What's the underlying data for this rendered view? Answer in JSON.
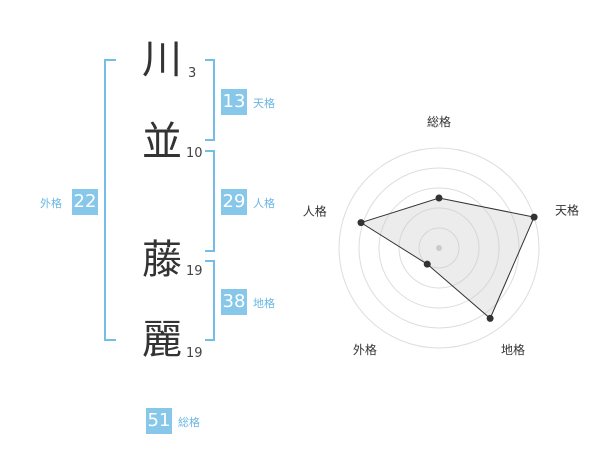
{
  "name_chars": [
    {
      "char": "川",
      "strokes": "3"
    },
    {
      "char": "並",
      "strokes": "10"
    },
    {
      "char": "藤",
      "strokes": "19"
    },
    {
      "char": "麗",
      "strokes": "19"
    }
  ],
  "fortunes": {
    "tenkaku": {
      "value": "13",
      "label": "天格"
    },
    "jinkaku": {
      "value": "29",
      "label": "人格"
    },
    "chikaku": {
      "value": "38",
      "label": "地格"
    },
    "gaikaku": {
      "value": "22",
      "label": "外格"
    },
    "soukaku": {
      "value": "51",
      "label": "総格"
    }
  },
  "colors": {
    "accent": "#87c7ea",
    "bracket": "#74bde8"
  },
  "chart_data": {
    "type": "radar",
    "axes": [
      "総格",
      "天格",
      "地格",
      "外格",
      "人格"
    ],
    "values": [
      0.5,
      1.0,
      0.87,
      0.2,
      0.82
    ],
    "range": [
      0,
      1
    ],
    "rings": 5
  }
}
